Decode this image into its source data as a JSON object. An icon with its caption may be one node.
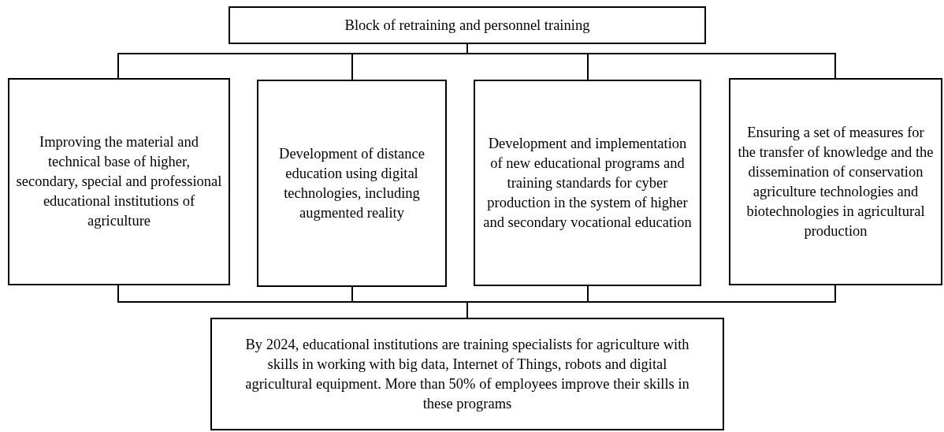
{
  "diagram": {
    "nodes": [
      {
        "text": [
          "Block of retraining and personnel training"
        ]
      },
      {
        "text": [
          "Improving the material and technical base of higher, secondary, special and professional educational institutions of agriculture"
        ]
      },
      {
        "text": [
          "Development of distance education using digital technologies, including augmented reality"
        ]
      },
      {
        "text": [
          "Development and implementation of new educational programs and training standards for cyber production in the system of higher and secondary vocational education"
        ]
      },
      {
        "text": [
          "Ensuring a set of measures for the transfer of knowledge and the dissemination of conservation agriculture technologies and biotechnologies in agricultural production"
        ]
      },
      {
        "text": [
          "By 2024, educational institutions are training specialists for agriculture with skills in working with big data, Internet of Things, robots and digital agricultural equipment. More than 50% of employees improve their skills in these programs"
        ]
      }
    ],
    "edges": [
      {
        "from": 0,
        "to": 1,
        "arrow": "none"
      },
      {
        "from": 0,
        "to": 2,
        "arrow": "none"
      },
      {
        "from": 0,
        "to": 3,
        "arrow": "none"
      },
      {
        "from": 0,
        "to": 4,
        "arrow": "none"
      },
      {
        "from": 1,
        "to": 5,
        "arrow": "none"
      },
      {
        "from": 2,
        "to": 5,
        "arrow": "none"
      },
      {
        "from": 3,
        "to": 5,
        "arrow": "none"
      },
      {
        "from": 4,
        "to": 5,
        "arrow": "none"
      }
    ]
  }
}
